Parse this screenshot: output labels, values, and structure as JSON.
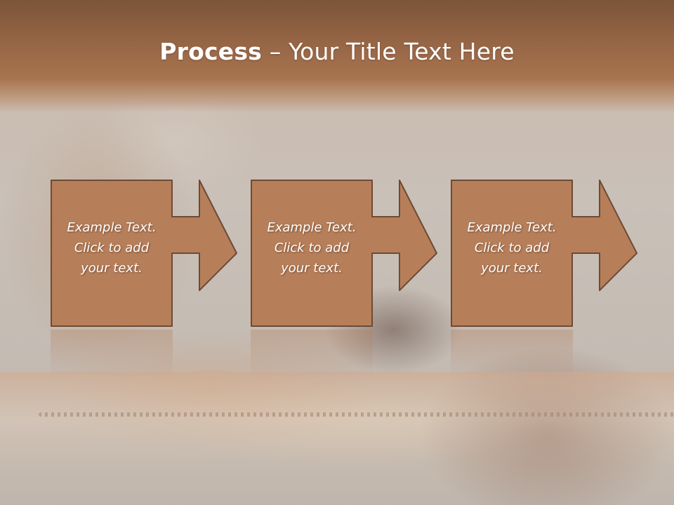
{
  "slide": {
    "title_bold": "Process",
    "title_rest": " – Your Title Text Here"
  },
  "steps": [
    {
      "line1": "Example Text.",
      "line2": "Click  to add",
      "line3": "your text."
    },
    {
      "line1": "Example Text.",
      "line2": "Click  to add",
      "line3": "your text."
    },
    {
      "line1": "Example Text.",
      "line2": "Click  to add",
      "line3": "your text."
    }
  ],
  "colors": {
    "shape_fill": "#b67f5a",
    "shape_stroke": "#6e4a34",
    "header": "#946445"
  }
}
